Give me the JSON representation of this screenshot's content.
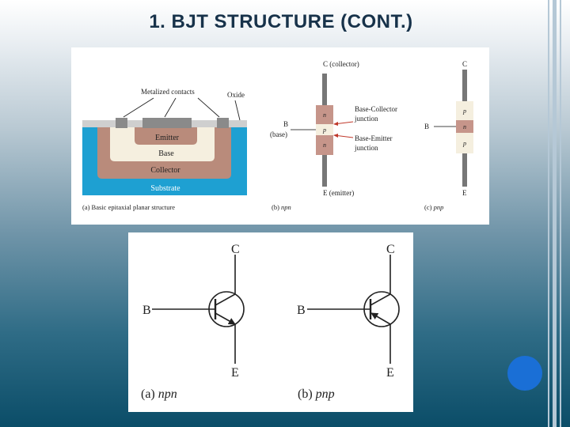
{
  "slide": {
    "title": "1. BJT STRUCTURE (CONT.)",
    "accent_color": "#1a6fd6"
  },
  "structure_figure": {
    "planar": {
      "labels": {
        "metalized_contacts": "Metalized contacts",
        "oxide": "Oxide",
        "emitter": "Emitter",
        "base": "Base",
        "collector": "Collector",
        "substrate": "Substrate"
      },
      "caption": "(a) Basic epitaxial planar structure"
    },
    "npn": {
      "collector_label": "C (collector)",
      "base_label": "B",
      "base_sub": "(base)",
      "emitter_label": "E (emitter)",
      "layers": [
        "n",
        "p",
        "n"
      ],
      "bc_junction": [
        "Base-Collector",
        "junction"
      ],
      "be_junction": [
        "Base-Emitter",
        "junction"
      ],
      "caption_prefix": "(b)",
      "caption_italic": "npn"
    },
    "pnp": {
      "collector_label": "C",
      "base_label": "B",
      "emitter_label": "E",
      "layers": [
        "p",
        "n",
        "p"
      ],
      "caption_prefix": "(c)",
      "caption_italic": "pnp"
    }
  },
  "symbol_figure": {
    "npn": {
      "c": "C",
      "b": "B",
      "e": "E",
      "caption_prefix": "(a)",
      "caption_italic": "npn"
    },
    "pnp": {
      "c": "C",
      "b": "B",
      "e": "E",
      "caption_prefix": "(b)",
      "caption_italic": "pnp"
    }
  }
}
